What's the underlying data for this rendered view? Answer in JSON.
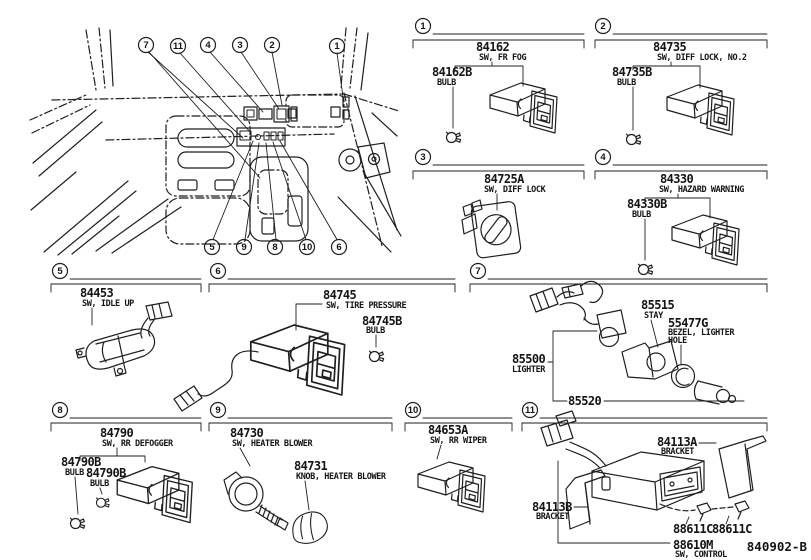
{
  "doc_code": "840902-B",
  "overview": {
    "top_callouts": [
      "7",
      "11",
      "4",
      "3",
      "2",
      "1"
    ],
    "bottom_callouts": [
      "5",
      "9",
      "8",
      "10",
      "6"
    ]
  },
  "sections": {
    "s1": {
      "num": "1",
      "part": "84162",
      "part_desc": "SW, FR FOG",
      "bulb": "84162B",
      "bulb_desc": "BULB"
    },
    "s2": {
      "num": "2",
      "part": "84735",
      "part_desc": "SW, DIFF LOCK, NO.2",
      "bulb": "84735B",
      "bulb_desc": "BULB"
    },
    "s3": {
      "num": "3",
      "part": "84725A",
      "part_desc": "SW, DIFF LOCK"
    },
    "s4": {
      "num": "4",
      "part": "84330",
      "part_desc": "SW, HAZARD WARNING",
      "bulb": "84330B",
      "bulb_desc": "BULB"
    },
    "s5": {
      "num": "5",
      "part": "84453",
      "part_desc": "SW, IDLE UP"
    },
    "s6": {
      "num": "6",
      "part": "84745",
      "part_desc": "SW, TIRE PRESSURE",
      "bulb": "84745B",
      "bulb_desc": "BULB"
    },
    "s7": {
      "num": "7",
      "stay": "85515",
      "stay_desc": "STAY",
      "bezel": "55477G",
      "bezel_desc1": "BEZEL, LIGHTER",
      "bezel_desc2": "HOLE",
      "lighter": "85500",
      "lighter_desc": "LIGHTER",
      "socket": "85520"
    },
    "s8": {
      "num": "8",
      "part": "84790",
      "part_desc": "SW, RR DEFOGGER",
      "bulb1": "84790B",
      "bulb1_desc": "BULB",
      "bulb2": "84790B",
      "bulb2_desc": "BULB"
    },
    "s9": {
      "num": "9",
      "part": "84730",
      "part_desc": "SW, HEATER BLOWER",
      "knob": "84731",
      "knob_desc": "KNOB, HEATER BLOWER"
    },
    "s10": {
      "num": "10",
      "part": "84653A",
      "part_desc": "SW, RR WIPER"
    },
    "s11": {
      "num": "11",
      "bracket_a": "84113A",
      "bracket_a_desc": "BRACKET",
      "bracket_b": "84113B",
      "bracket_b_desc": "BRACKET",
      "clip1": "88611C",
      "clip2": "88611C",
      "control": "88610M",
      "control_desc": "SW, CONTROL"
    }
  }
}
